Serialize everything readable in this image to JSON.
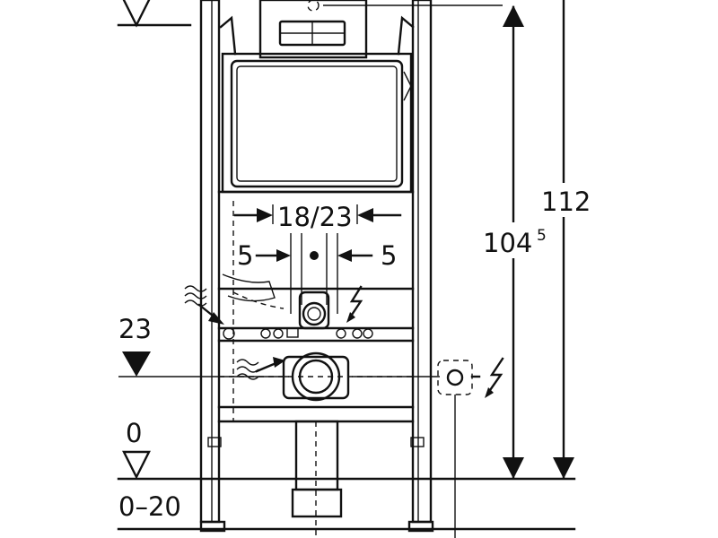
{
  "dimensions": {
    "install_width": "18/23",
    "left_offset": "5",
    "right_offset": "5",
    "inner_height_main": "104",
    "inner_height_sup": "5",
    "total_height": "112"
  },
  "levels": {
    "drain_height": "23",
    "floor_level": "0",
    "floor_range": "0–20"
  },
  "icons": {
    "water": "water-wave-icon",
    "power": "lightning-icon"
  }
}
